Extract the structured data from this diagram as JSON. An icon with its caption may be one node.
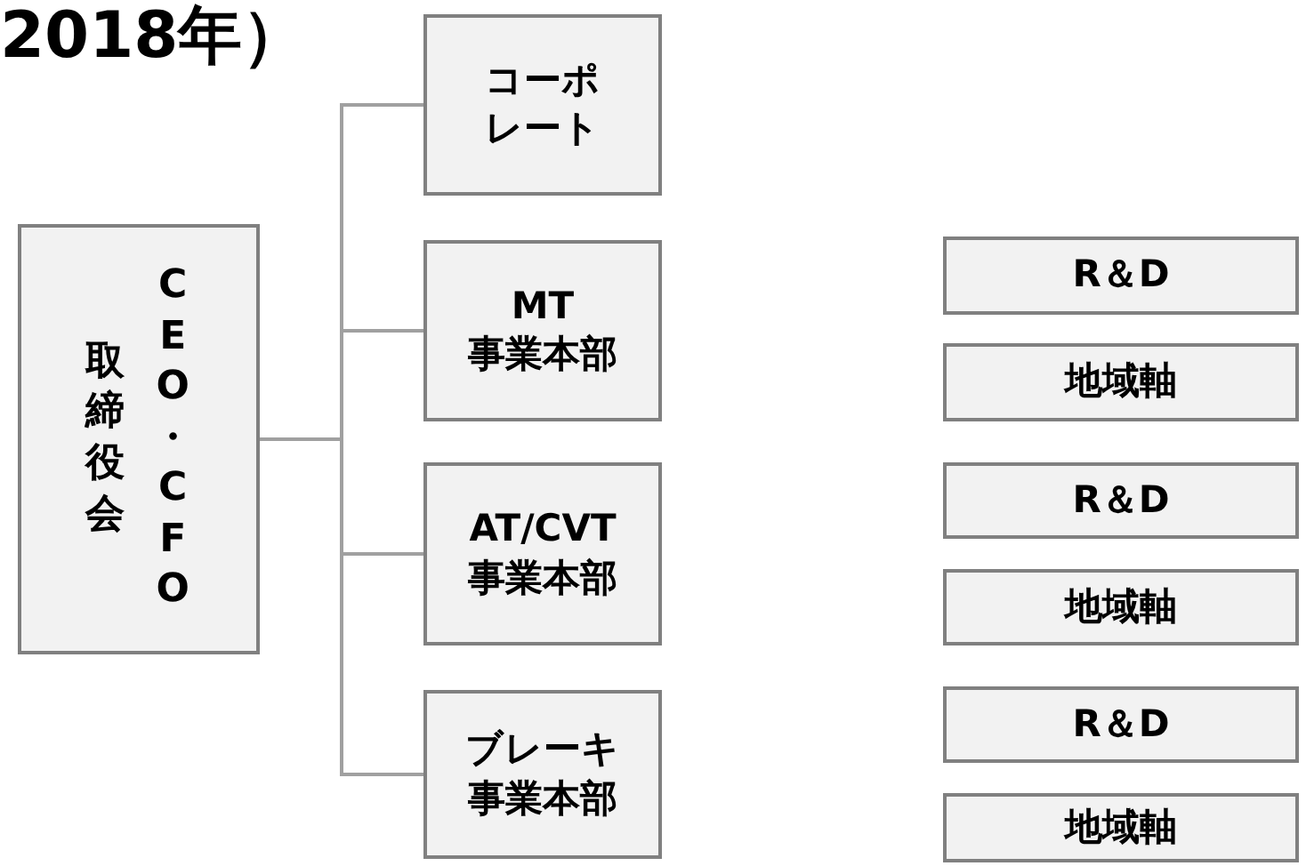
{
  "diagram": {
    "title": "2018年）",
    "nodes": [
      {
        "text": [
          "取締役会",
          "CEO・CFO"
        ]
      },
      {
        "text": [
          "コーポレート"
        ]
      },
      {
        "text": [
          "MT 事業本部"
        ]
      },
      {
        "text": [
          "AT/CVT 事業本部"
        ]
      },
      {
        "text": [
          "ブレーキ事業本部"
        ]
      },
      {
        "text": [
          "R＆D"
        ]
      },
      {
        "text": [
          "地域軸"
        ]
      },
      {
        "text": [
          "R＆D"
        ]
      },
      {
        "text": [
          "地域軸"
        ]
      },
      {
        "text": [
          "R＆D"
        ]
      },
      {
        "text": [
          "地域軸"
        ]
      }
    ],
    "edges": [
      {
        "from": 0,
        "to": 1,
        "arrow": "none"
      },
      {
        "from": 0,
        "to": 2,
        "arrow": "none"
      },
      {
        "from": 0,
        "to": 3,
        "arrow": "none"
      },
      {
        "from": 0,
        "to": 4,
        "arrow": "none"
      }
    ]
  }
}
